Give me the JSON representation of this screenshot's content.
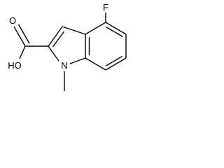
{
  "molecule": {
    "atom_labels": {
      "fluorine": "F",
      "nitrogen": "N",
      "carbonyl_oxygen": "O",
      "hydroxyl": "HO"
    },
    "colors": {
      "bond": "#000000",
      "label": "#000000",
      "background": "#ffffff"
    }
  }
}
